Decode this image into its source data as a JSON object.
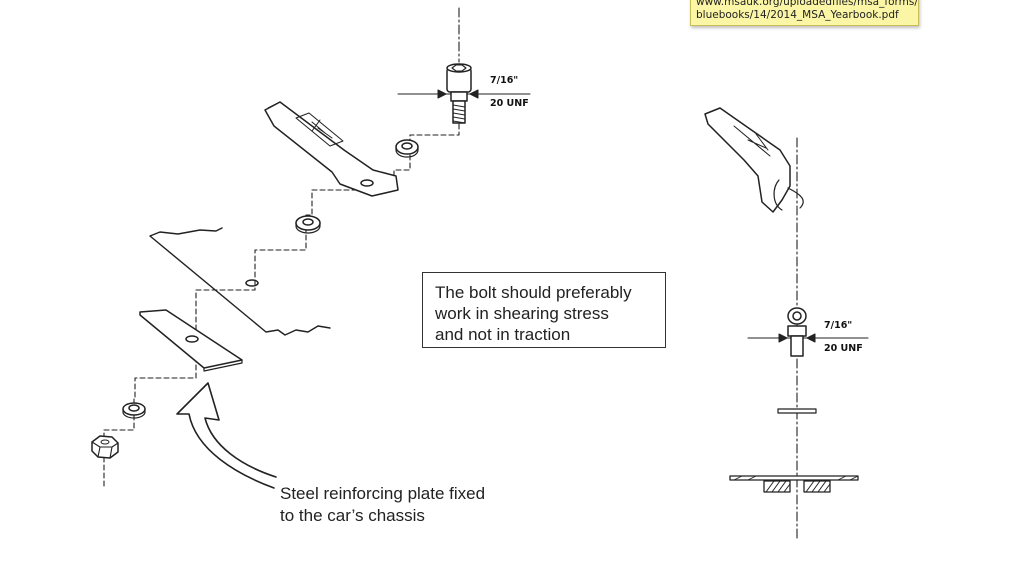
{
  "note": {
    "line1": "www.msauk.org/uploadedfiles/msa_forms/",
    "line2": "bluebooks/14/2014_MSA_Yearbook.pdf"
  },
  "callout": {
    "line1": "The bolt should preferably",
    "line2": "work in shearing stress",
    "line3": "and not in traction"
  },
  "caption": {
    "line1": "Steel reinforcing plate fixed",
    "line2": "to the car’s chassis"
  },
  "dimensions": {
    "top_bolt": {
      "diameter": "7/16\"",
      "thread": "20 UNF"
    },
    "side_bolt": {
      "diameter": "7/16\"",
      "thread": "20 UNF"
    }
  }
}
